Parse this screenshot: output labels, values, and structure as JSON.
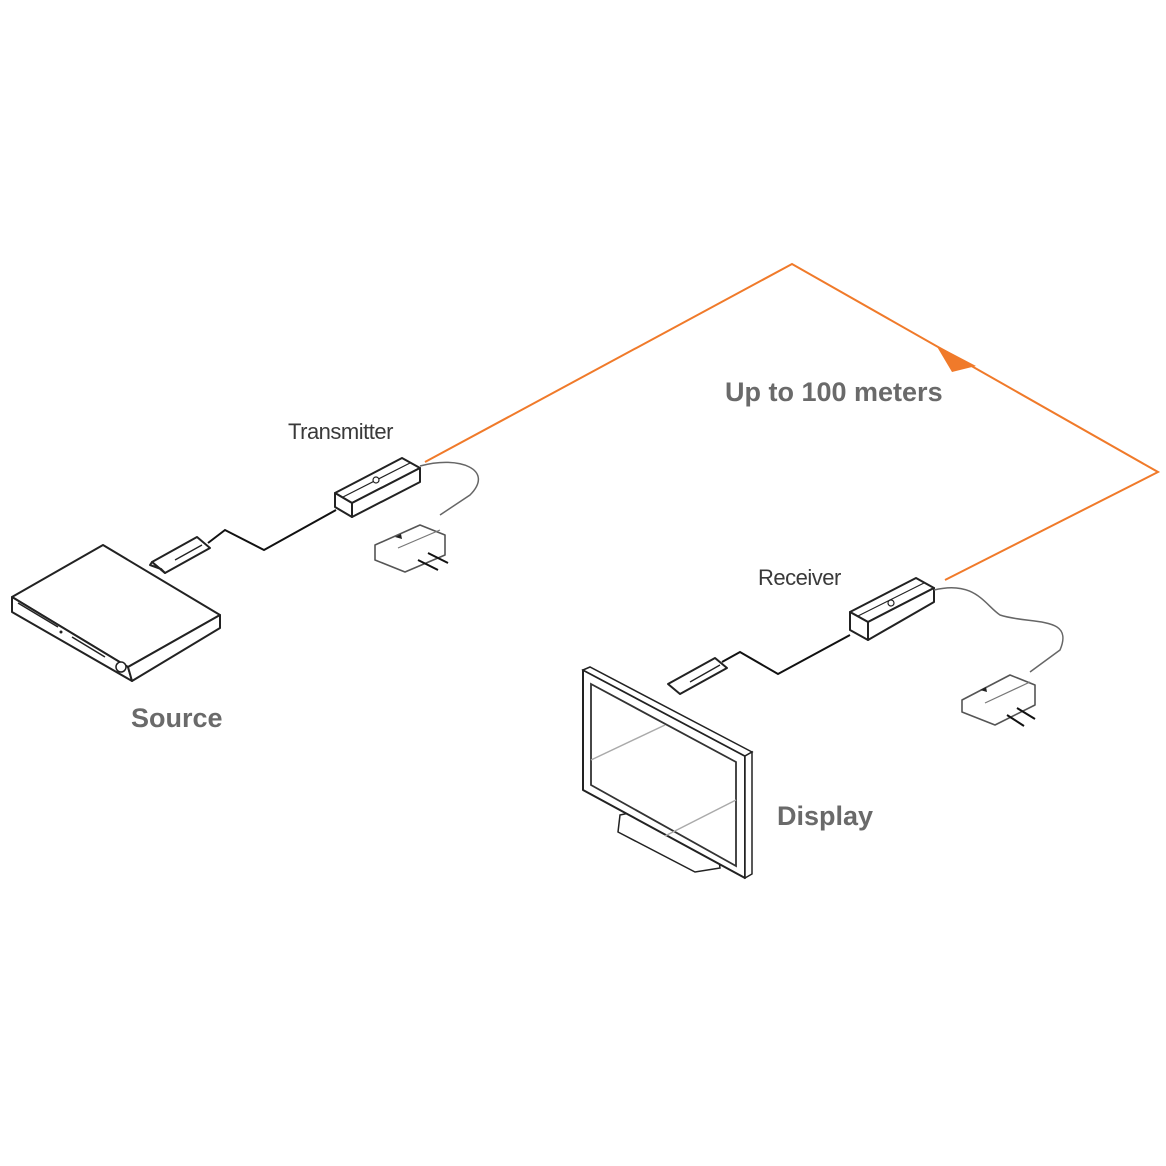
{
  "labels": {
    "transmitter": "Transmitter",
    "receiver": "Receiver",
    "distance": "Up to 100 meters",
    "source": "Source",
    "display": "Display"
  },
  "colors": {
    "link": "#f07a2a",
    "label": "#6a6a6a"
  }
}
